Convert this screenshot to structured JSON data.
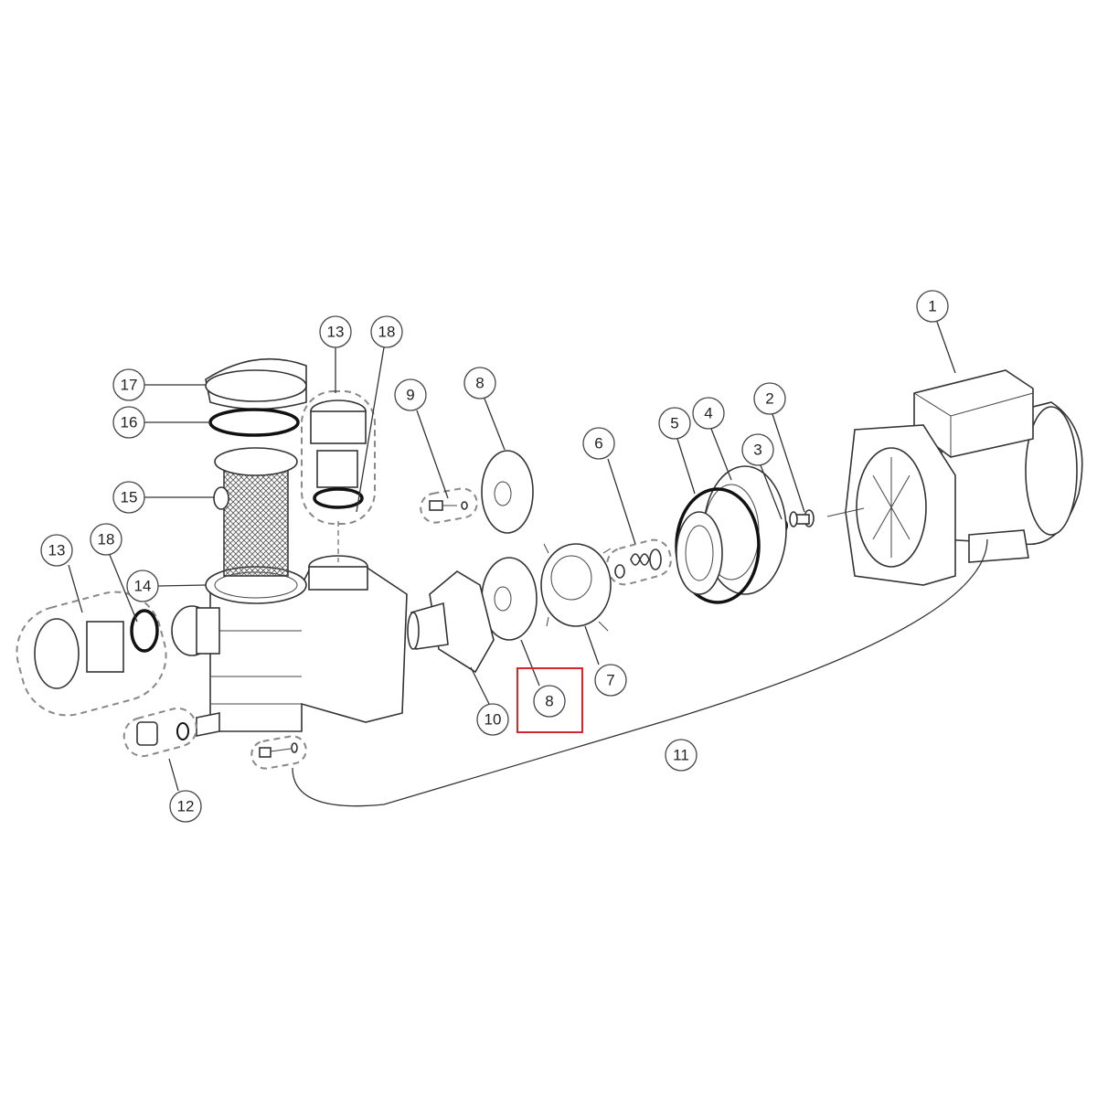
{
  "diagram": {
    "callouts": {
      "motor": "1",
      "slinger_shaft": "2",
      "small_oring": "3",
      "seal_plate": "4",
      "seal_plate_oring": "5",
      "mechanical_seal": "6",
      "diffuser": "7",
      "impeller_top": "8",
      "impeller_bottom": "8",
      "impeller_screw": "9",
      "diffuser_cover": "10",
      "housing_bolts": "11",
      "drain_plug": "12",
      "union_top": "13",
      "union_left": "13",
      "pump_housing": "14",
      "basket": "15",
      "lid_oring": "16",
      "lid": "17",
      "union_oring_top": "18",
      "union_oring_left": "18"
    },
    "highlight_color": "#d9252a"
  }
}
